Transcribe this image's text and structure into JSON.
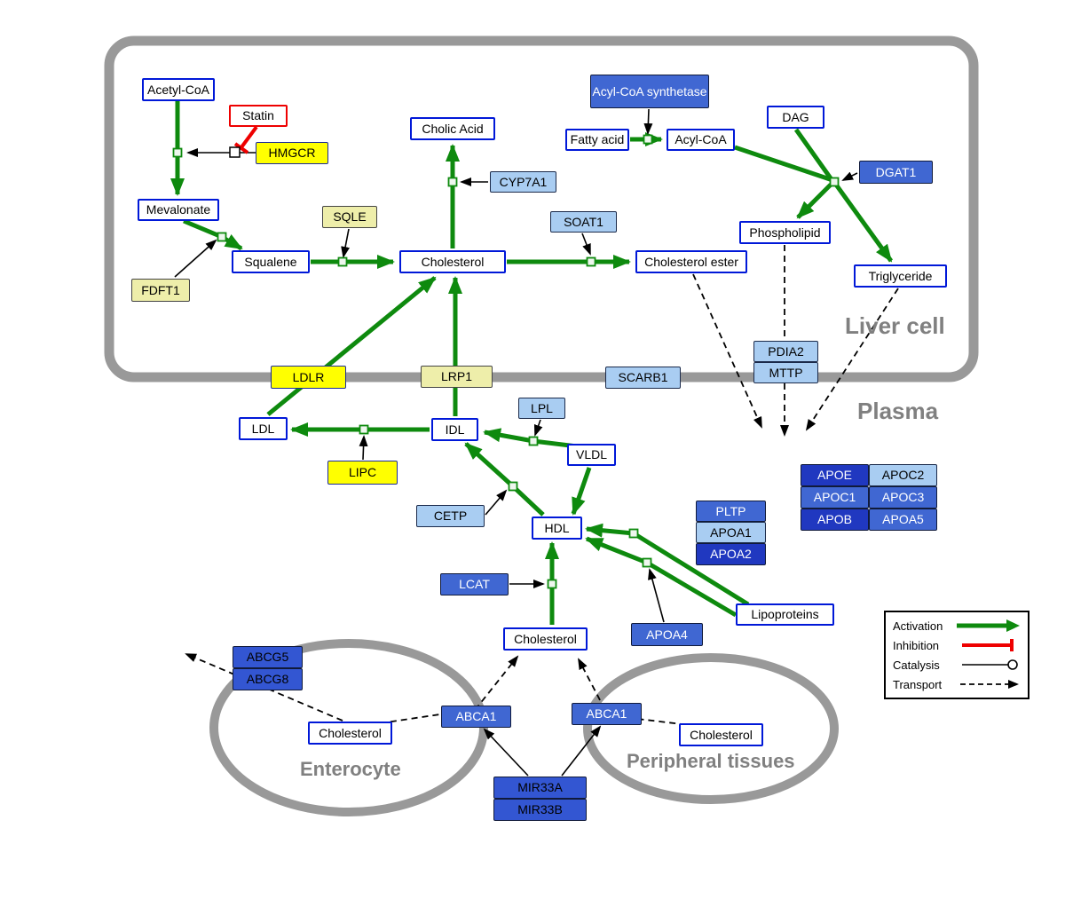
{
  "palette": {
    "activation_green": "#0e8a0e",
    "inhibition_red": "#ee0000",
    "metabolite_border_blue": "#0018d8",
    "gene_yellow": "#ffff00",
    "gene_pale_yellow": "#eeeeaa",
    "gene_light_blue": "#a9cdf2",
    "gene_medium_blue": "#4067d2",
    "gene_dark_blue": "#2038c0",
    "membrane_gray": "#999999"
  },
  "compartments": {
    "liver": "Liver cell",
    "plasma": "Plasma",
    "enterocyte": "Enterocyte",
    "peripheral": "Peripheral tissues"
  },
  "nodes": {
    "acetyl_coa": "Acetyl-CoA",
    "statin": "Statin",
    "hmgcr": "HMGCR",
    "mevalonate": "Mevalonate",
    "sqle": "SQLE",
    "fdft1": "FDFT1",
    "squalene": "Squalene",
    "cholesterol_liver": "Cholesterol",
    "cholic_acid": "Cholic Acid",
    "cyp7a1": "CYP7A1",
    "soat1": "SOAT1",
    "cholesterol_ester": "Cholesterol ester",
    "acyl_coa_synthetase": "Acyl-CoA synthetase",
    "fatty_acid": "Fatty acid",
    "acyl_coa": "Acyl-CoA",
    "dag": "DAG",
    "dgat1": "DGAT1",
    "phospholipid": "Phospholipid",
    "triglyceride": "Triglyceride",
    "ldlr": "LDLR",
    "lrp1": "LRP1",
    "scarb1": "SCARB1",
    "pdia2": "PDIA2",
    "mttp": "MTTP",
    "ldl": "LDL",
    "idl": "IDL",
    "lpl": "LPL",
    "vldl": "VLDL",
    "lipc": "LIPC",
    "cetp": "CETP",
    "hdl": "HDL",
    "lcat": "LCAT",
    "pltp": "PLTP",
    "apoa1": "APOA1",
    "apoa2": "APOA2",
    "apoe": "APOE",
    "apoc2": "APOC2",
    "apoc1": "APOC1",
    "apoc3": "APOC3",
    "apob": "APOB",
    "apoa5": "APOA5",
    "apoa4": "APOA4",
    "lipoproteins": "Lipoproteins",
    "cholesterol_plasma": "Cholesterol",
    "abcg5": "ABCG5",
    "abcg8": "ABCG8",
    "cholesterol_enterocyte": "Cholesterol",
    "abca1_left": "ABCA1",
    "abca1_right": "ABCA1",
    "cholesterol_peripheral": "Cholesterol",
    "mir33a": "MIR33A",
    "mir33b": "MIR33B"
  },
  "legend": {
    "activation": "Activation",
    "inhibition": "Inhibition",
    "catalysis": "Catalysis",
    "transport": "Transport"
  }
}
